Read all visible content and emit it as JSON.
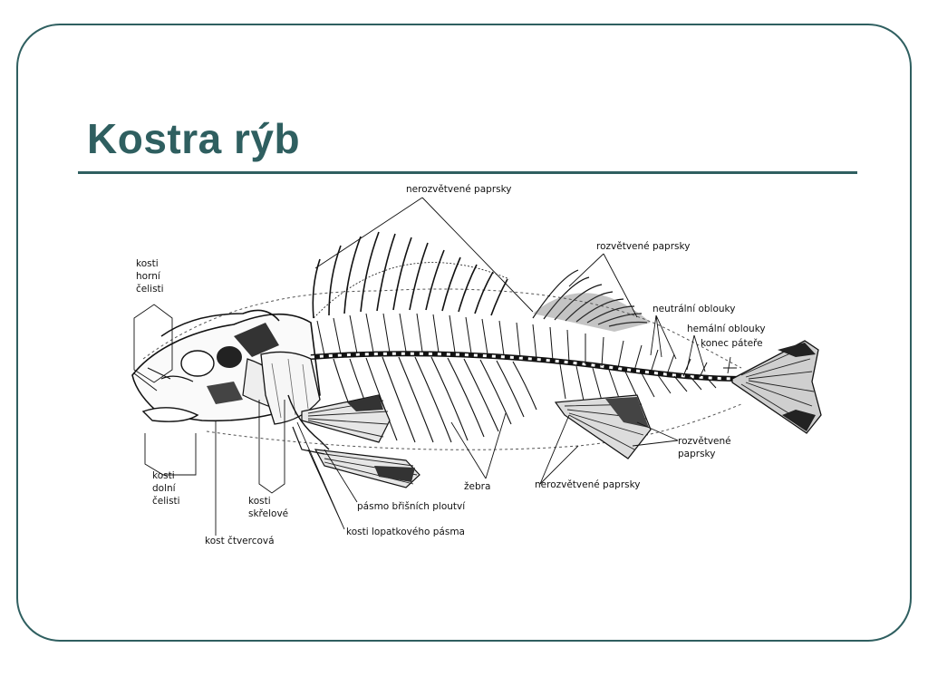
{
  "slide": {
    "title": "Kostra rýb"
  },
  "diagram": {
    "labels": {
      "nerozvetvene_top": "nerozvětvené paprsky",
      "rozvetvene_top": "rozvětvené paprsky",
      "neutralni": "neutrální oblouky",
      "hemalni": "hemální oblouky",
      "konec_pater": "konec páteře",
      "horni_celist": [
        "kosti",
        "horní",
        "čelisti"
      ],
      "dolni_celist": [
        "kosti",
        "dolní",
        "čelisti"
      ],
      "skrelove": [
        "kosti",
        "skřelové"
      ],
      "ctvercova": "kost čtvercová",
      "zebra": "žebra",
      "pasmo_brisnich": "pásmo břišních ploutví",
      "lopatkove": "kosti lopatkového pásma",
      "nerozvetvene_bottom": "nerozvětvené paprsky",
      "rozvetvene_bottom": [
        "rozvětvené",
        "paprsky"
      ]
    }
  },
  "colors": {
    "accent": "#2f5f60",
    "ink": "#111111"
  }
}
